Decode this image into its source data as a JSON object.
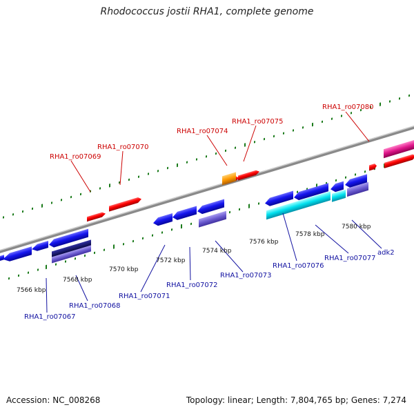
{
  "title": "Rhodococcus jostii RHA1, complete genome",
  "footer": {
    "accession": "Accession: NC_008268",
    "topology": "Topology: linear; Length: 7,804,765 bp; Genes: 7,274"
  },
  "ticks": [
    "7566 kbp",
    "7568 kbp",
    "7570 kbp",
    "7572 kbp",
    "7574 kbp",
    "7576 kbp",
    "7578 kbp",
    "7580 kbp"
  ],
  "labels_top": [
    "RHA1_ro07069",
    "RHA1_ro07070",
    "RHA1_ro07074",
    "RHA1_ro07075",
    "RHA1_ro07080"
  ],
  "labels_bottom": [
    "RHA1_ro07067",
    "RHA1_ro07068",
    "RHA1_ro07071",
    "RHA1_ro07072",
    "RHA1_ro07073",
    "RHA1_ro07076",
    "RHA1_ro07077",
    "adk2"
  ],
  "colors": {
    "backbone": "#888888",
    "tick": "#1a7a1a",
    "fwd_gene": "#ee0000",
    "rev_gene": "#1010dd",
    "rna": "#ff9900",
    "cyan_feature": "#00d0e0",
    "purple_feature": "#7060c8",
    "pink_feature": "#e0208c"
  }
}
